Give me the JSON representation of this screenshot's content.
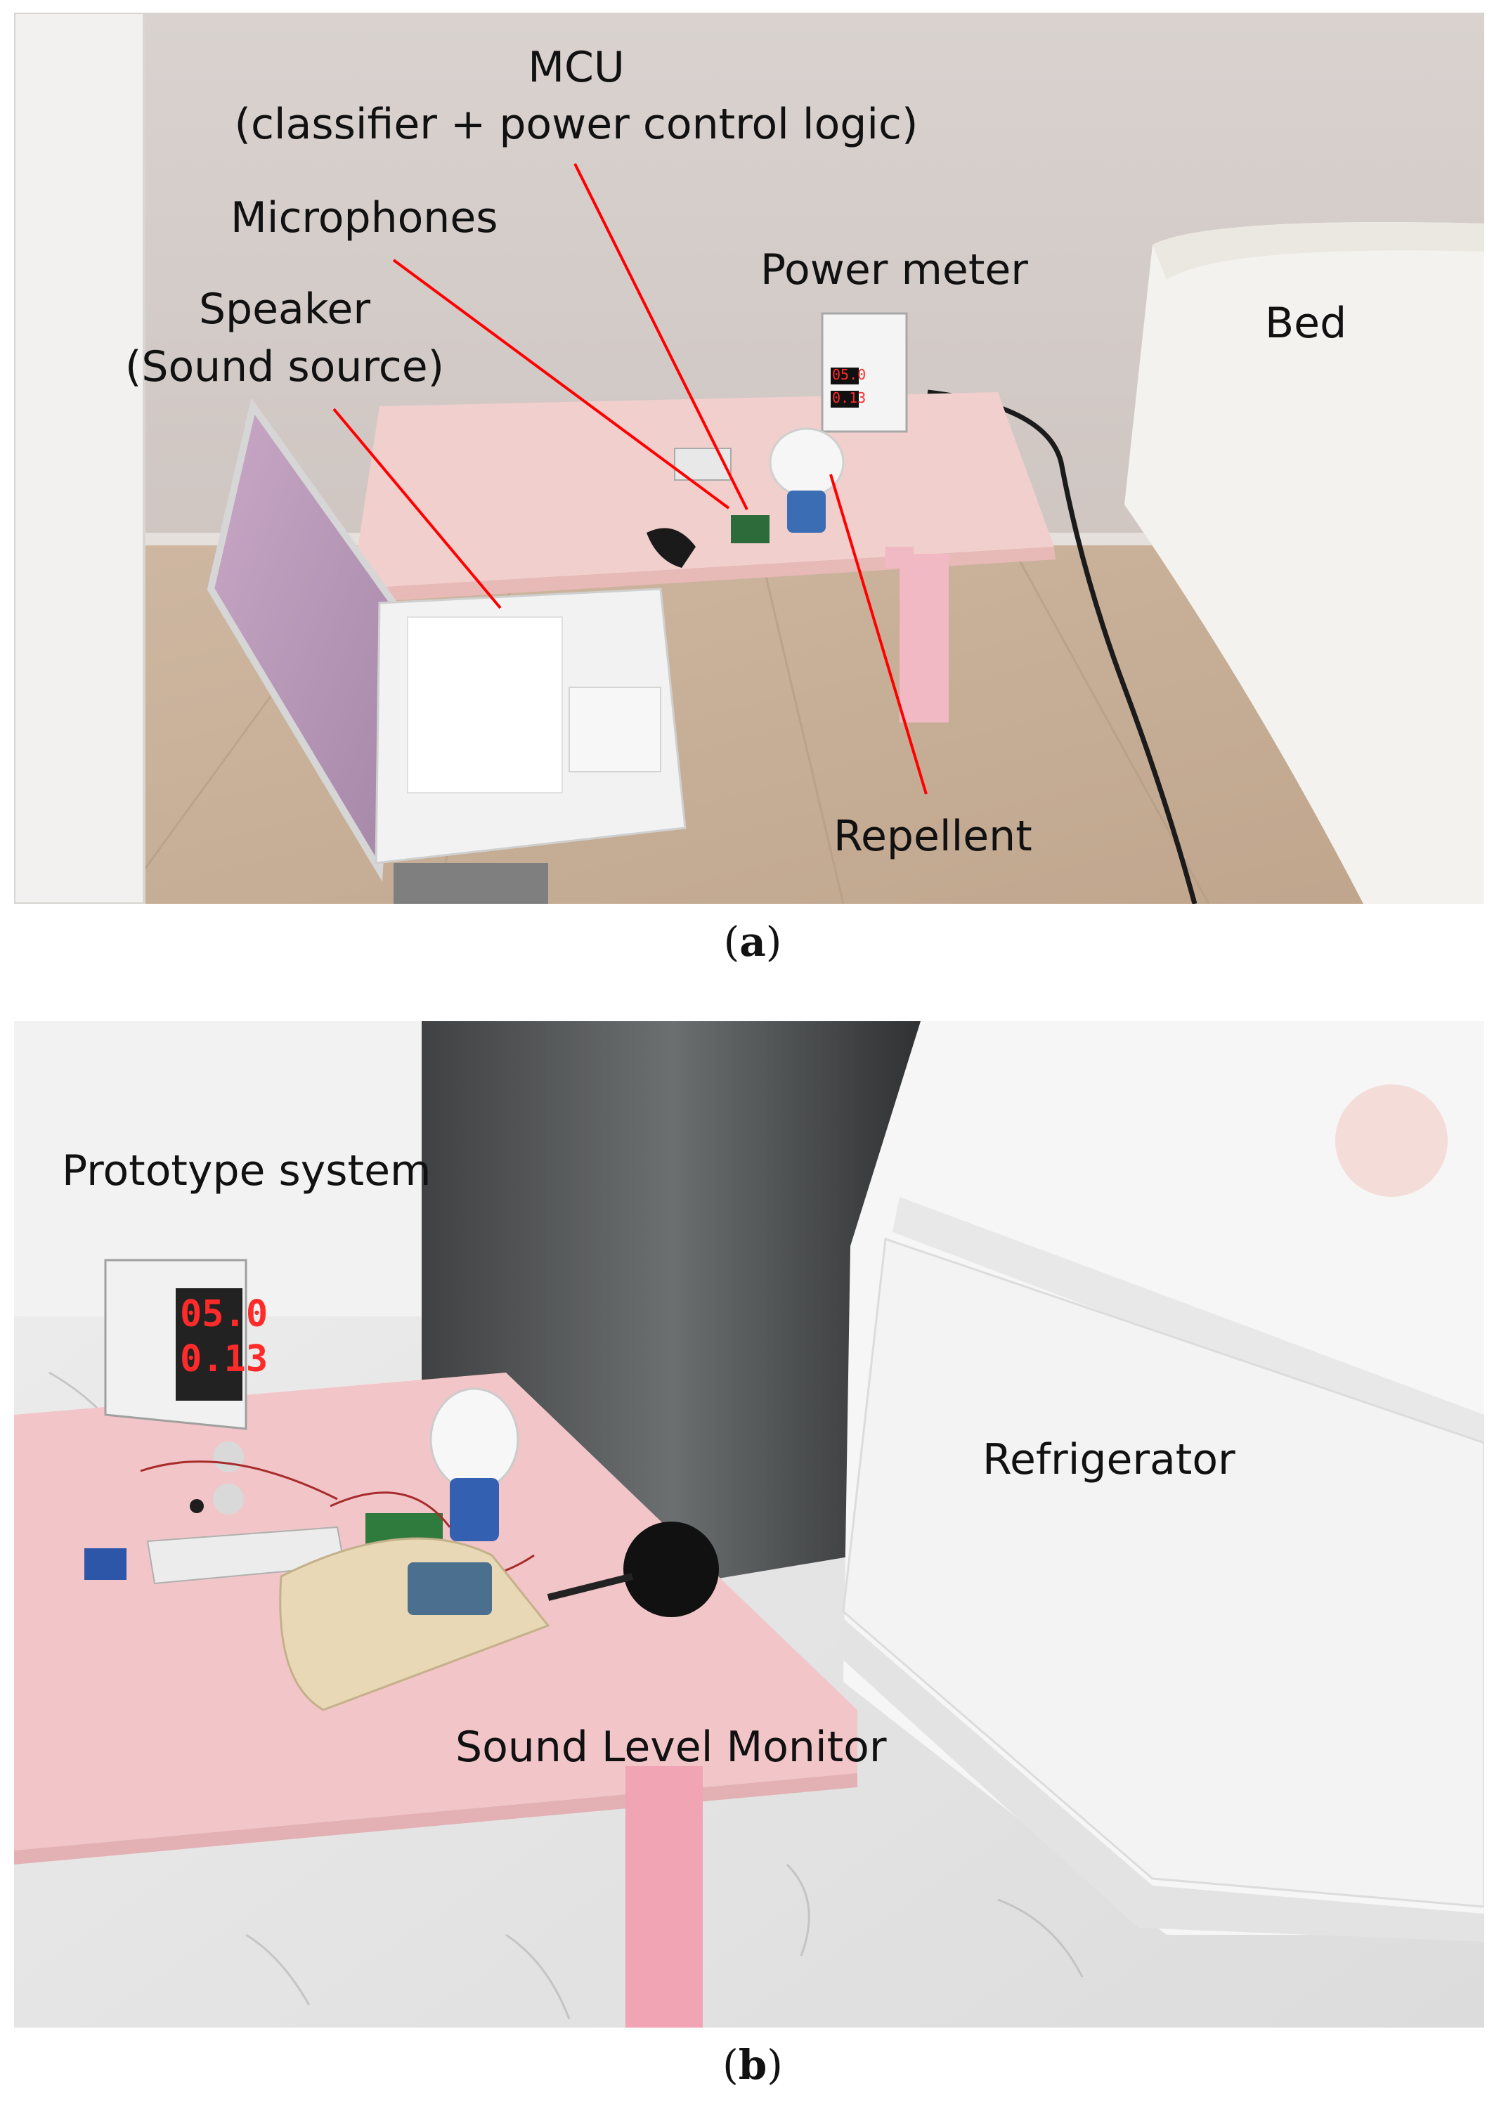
{
  "panel_a": {
    "caption_letter": "a",
    "labels": {
      "mcu_line1": "MCU",
      "mcu_line2": "(classifier + power control logic)",
      "microphones": "Microphones",
      "power_meter": "Power meter",
      "speaker_line1": "Speaker",
      "speaker_line2": "(Sound source)",
      "bed": "Bed",
      "repellent": "Repellent"
    },
    "power_meter_display": {
      "voltage": "05.0",
      "current": "0.13"
    },
    "annotation_line_color": "#ff0000"
  },
  "panel_b": {
    "caption_letter": "b",
    "labels": {
      "prototype_system": "Prototype system",
      "refrigerator": "Refrigerator",
      "sound_level_monitor": "Sound Level Monitor"
    },
    "power_meter_display": {
      "voltage": "05.0",
      "current": "0.13"
    }
  }
}
